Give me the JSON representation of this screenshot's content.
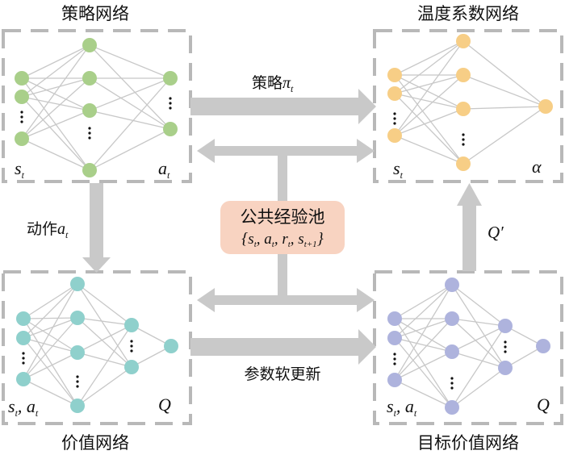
{
  "colors": {
    "policy_node": "#a9cf8a",
    "temperature_node": "#f7ce86",
    "value_node": "#8fd0cc",
    "target_node": "#aeb3dd",
    "arrow": "#c9c9c9",
    "box_border": "#b8b8b8",
    "pool_fill": "#f8d3c1"
  },
  "networks": {
    "policy": {
      "title": "策略网络",
      "input_label": "s",
      "input_sub": "t",
      "output_label": "a",
      "output_sub": "t"
    },
    "temperature": {
      "title": "温度系数网络",
      "input_label": "s",
      "input_sub": "t",
      "output_label": "α"
    },
    "value": {
      "title": "价值网络",
      "input_label": "s",
      "input_sub": "t",
      "input_label2": "a",
      "input_sub2": "t",
      "output_label": "Q"
    },
    "target": {
      "title": "目标价值网络",
      "input_label": "s",
      "input_sub": "t",
      "input_label2": "a",
      "input_sub2": "t",
      "output_label": "Q"
    }
  },
  "arrows": {
    "policy_to_temperature": {
      "label_cn": "策略",
      "label_math": "π",
      "label_sub": "t"
    },
    "action": {
      "label_cn": "动作",
      "label_math": "a",
      "label_sub": "t"
    },
    "target_to_temperature": {
      "label_math": "Q′"
    },
    "soft_update": {
      "label_cn": "参数软更新"
    }
  },
  "replay_pool": {
    "title": "公共经验池",
    "tuple": {
      "open": "{",
      "items": [
        {
          "v": "s",
          "sub": "t"
        },
        {
          "v": "a",
          "sub": "t"
        },
        {
          "v": "r",
          "sub": "t"
        },
        {
          "v": "s",
          "sub": "t+1"
        }
      ],
      "close": "}"
    }
  }
}
